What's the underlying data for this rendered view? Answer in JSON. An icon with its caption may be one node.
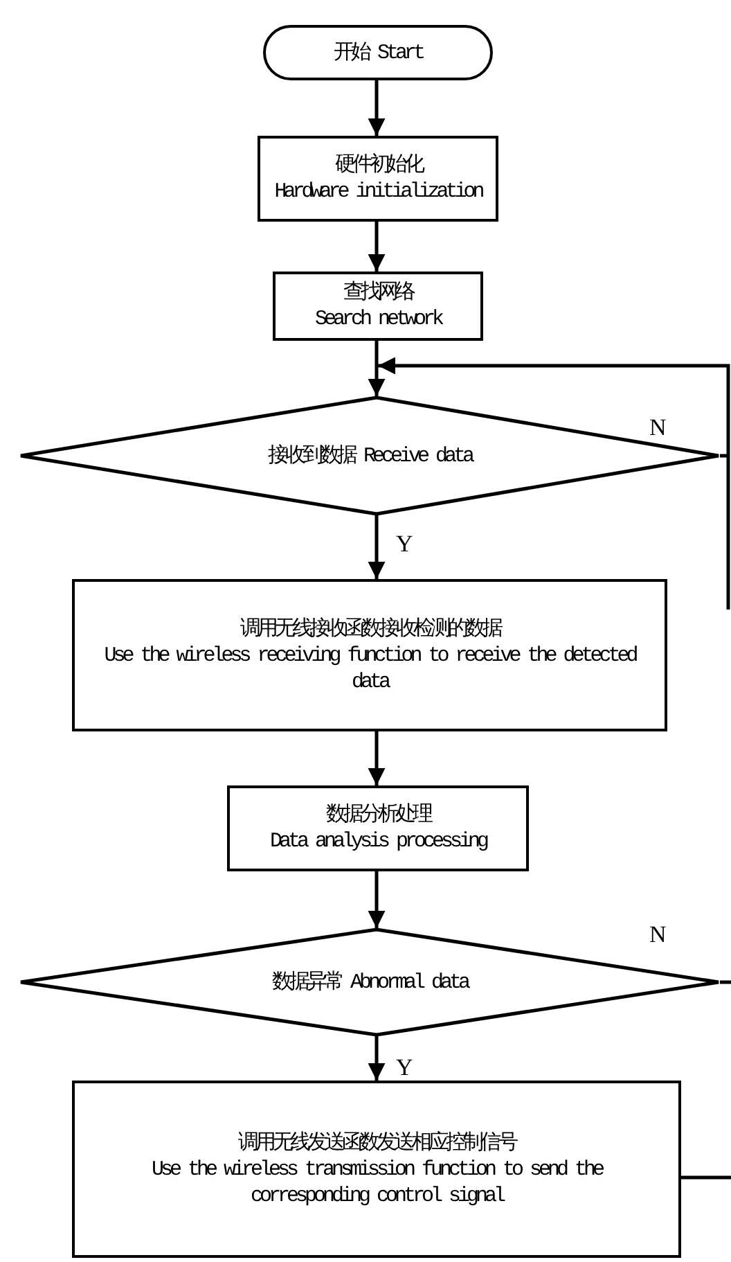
{
  "diagram": {
    "nodes": [
      {
        "text": [
          "开始 Start"
        ]
      },
      {
        "text": [
          "硬件初始化",
          "Hardware initialization"
        ]
      },
      {
        "text": [
          "查找网络",
          "Search network"
        ]
      },
      {
        "text": [
          "接收到数据 Receive data"
        ]
      },
      {
        "text": [
          "调用无线接收函数接收检测的数据",
          "Use the wireless receiving function to receive the detected data"
        ]
      },
      {
        "text": [
          "数据分析处理",
          "Data analysis processing"
        ]
      },
      {
        "text": [
          "数据异常 Abnormal data"
        ]
      },
      {
        "text": [
          "调用无线发送函数发送相应控制信号",
          "Use the wireless transmission function to send the corresponding control signal"
        ]
      }
    ],
    "edges": [
      {
        "from": 0,
        "to": 1,
        "arrow": "to"
      },
      {
        "from": 1,
        "to": 2,
        "arrow": "to"
      },
      {
        "from": 2,
        "to": 3,
        "arrow": "to"
      },
      {
        "from": 3,
        "to": 4,
        "arrow": "to",
        "label": "Y"
      },
      {
        "from": 4,
        "to": 5,
        "arrow": "to"
      },
      {
        "from": 5,
        "to": 6,
        "arrow": "to"
      },
      {
        "from": 6,
        "to": 7,
        "arrow": "to",
        "label": "Y"
      },
      {
        "from": 3,
        "to": 3,
        "arrow": "to",
        "label": "N"
      },
      {
        "from": 6,
        "to": null,
        "arrow": "none",
        "label": "N"
      },
      {
        "from": 7,
        "to": null,
        "arrow": "none"
      }
    ]
  }
}
